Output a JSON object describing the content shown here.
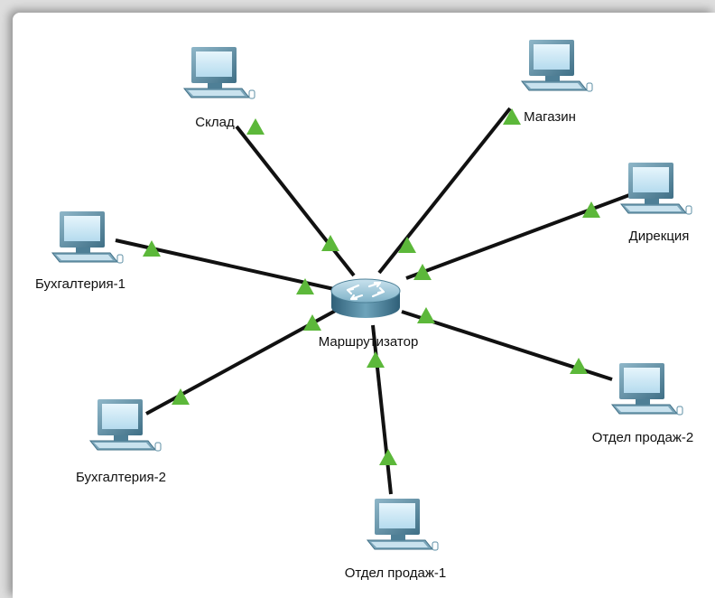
{
  "router": {
    "label": "Маршрутизатор",
    "icon": "router-icon"
  },
  "hosts": [
    {
      "id": "sklad",
      "label": "Склад",
      "icon": "pc-icon"
    },
    {
      "id": "magazin",
      "label": "Магазин",
      "icon": "pc-icon"
    },
    {
      "id": "direkciya",
      "label": "Дирекция",
      "icon": "pc-icon"
    },
    {
      "id": "buh1",
      "label": "Бухгалтерия-1",
      "icon": "pc-icon"
    },
    {
      "id": "buh2",
      "label": "Бухгалтерия-2",
      "icon": "pc-icon"
    },
    {
      "id": "prodazh1",
      "label": "Отдел продаж-1",
      "icon": "pc-icon"
    },
    {
      "id": "prodazh2",
      "label": "Отдел продаж-2",
      "icon": "pc-icon"
    }
  ],
  "colors": {
    "link": "#111111",
    "link_status": "#5cb83a",
    "pc_screen": "#c5e6f6",
    "pc_body": "#5e8fa5",
    "router_body": "#5f95ac"
  }
}
